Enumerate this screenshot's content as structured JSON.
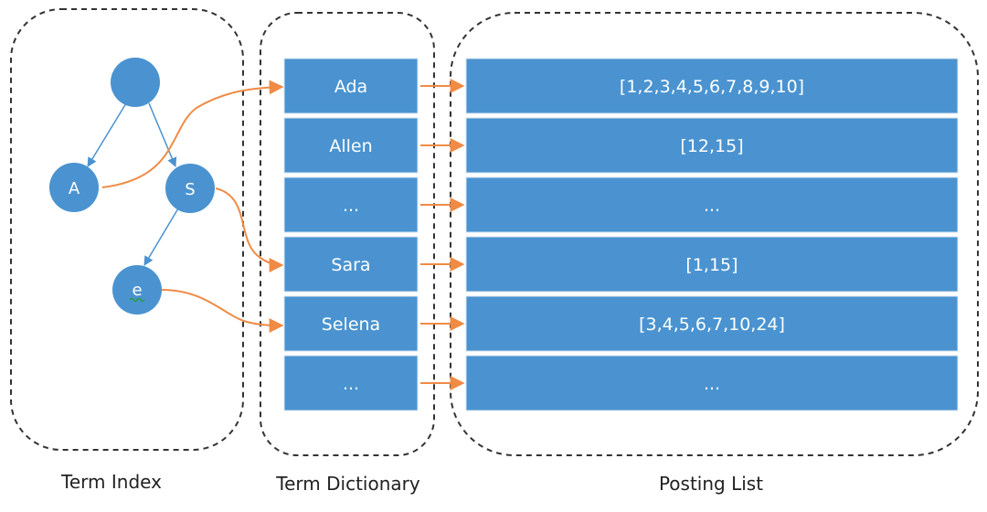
{
  "colors": {
    "box_fill": "#4a93d0",
    "box_stroke": "#d8e6f3",
    "node_fill": "#4a93d0",
    "tree_edge": "#4a93d0",
    "arrow": "#ef8b45",
    "dashed_border": "#333333"
  },
  "sections": {
    "term_index": "Term Index",
    "term_dictionary": "Term Dictionary",
    "posting_list": "Posting List"
  },
  "tree": {
    "nodes": {
      "root": "",
      "a": "A",
      "s": "S",
      "e": "e"
    }
  },
  "dictionary": {
    "terms": [
      "Ada",
      "Allen",
      "...",
      "Sara",
      "Selena",
      "..."
    ]
  },
  "postings": {
    "lists": [
      "[1,2,3,4,5,6,7,8,9,10]",
      "[12,15]",
      "...",
      "[1,15]",
      "[3,4,5,6,7,10,24]",
      "..."
    ]
  }
}
